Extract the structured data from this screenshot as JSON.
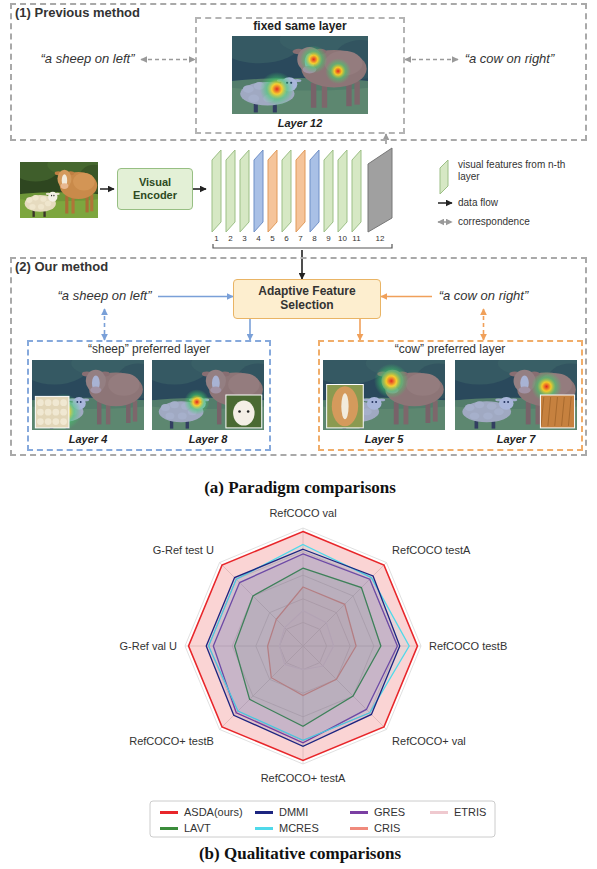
{
  "diagram": {
    "nodes": [
      {
        "text": [
          "(1) Previous method"
        ]
      },
      {
        "text": [
          "fixed same layer",
          "Layer 12"
        ],
        "in": 0
      },
      {
        "text": [
          "“a sheep on left”"
        ],
        "in": 0
      },
      {
        "text": [
          "“a cow on right”"
        ],
        "in": 0
      },
      {
        "text": [
          "Visual Encoder"
        ]
      },
      {
        "text": [
          "1",
          "2",
          "3",
          "4",
          "5",
          "6",
          "7",
          "8",
          "9",
          "10",
          "11",
          "12"
        ]
      },
      {
        "text": [
          "(2) Our method"
        ]
      },
      {
        "text": [
          "Adaptive Feature Selection"
        ],
        "in": 6
      },
      {
        "text": [
          "“a sheep on left”"
        ],
        "in": 6
      },
      {
        "text": [
          "“a cow on right”"
        ],
        "in": 6
      },
      {
        "text": [
          "“sheep” preferred layer",
          "Layer 4",
          "Layer 8"
        ],
        "in": 6
      },
      {
        "text": [
          "“cow” preferred layer",
          "Layer 5",
          "Layer 7"
        ],
        "in": 6
      }
    ],
    "edges": [
      {
        "from": 2,
        "to": 1,
        "arrow": "both"
      },
      {
        "from": 3,
        "to": 1,
        "arrow": "both"
      },
      {
        "from": 4,
        "to": 5,
        "arrow": "to"
      },
      {
        "from": 5,
        "to": 1,
        "arrow": "to"
      },
      {
        "from": 5,
        "to": 7,
        "arrow": "to"
      },
      {
        "from": 8,
        "to": 7,
        "arrow": "to"
      },
      {
        "from": 9,
        "to": 7,
        "arrow": "to"
      },
      {
        "from": 7,
        "to": 10,
        "arrow": "to"
      },
      {
        "from": 7,
        "to": 11,
        "arrow": "to"
      },
      {
        "from": 8,
        "to": 10,
        "arrow": "both"
      },
      {
        "from": 9,
        "to": 11,
        "arrow": "both"
      }
    ],
    "labels": [
      "(a) Paradigm comparisons",
      "RefCOCO val",
      "RefCOCO testA",
      "RefCOCO testB",
      "RefCOCO+ val",
      "RefCOCO+ testA",
      "RefCOCO+ testB",
      "G-Ref val U",
      "G-Ref test U",
      "(b) Qualitative comparisons"
    ],
    "legend": [
      {
        "text": "visual features from n-th layer"
      },
      {
        "text": "data flow"
      },
      {
        "text": "correspondence"
      },
      {
        "text": "ASDA(ours)",
        "color": "#e8262a"
      },
      {
        "text": "DMMI",
        "color": "#1c2580"
      },
      {
        "text": "GRES",
        "color": "#7b3fa3"
      },
      {
        "text": "ETRIS",
        "color": "#efc9cf"
      },
      {
        "text": "LAVT",
        "color": "#3b8c3b"
      },
      {
        "text": "MCRES",
        "color": "#4fd9ea"
      },
      {
        "text": "CRIS",
        "color": "#f08a7c"
      }
    ]
  }
}
